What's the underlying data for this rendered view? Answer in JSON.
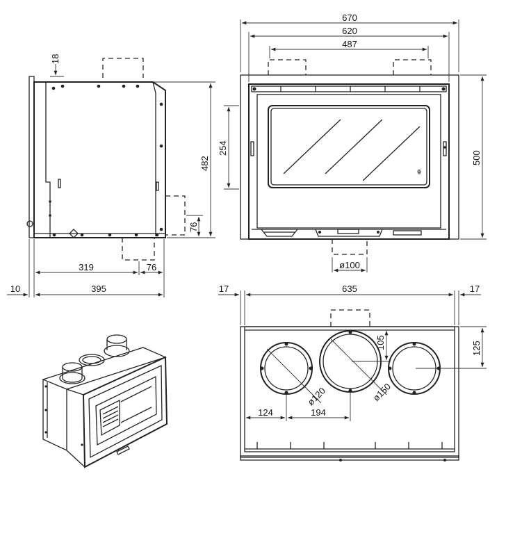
{
  "side_view": {
    "dims": {
      "top_offset": "18",
      "height": "482",
      "outlet_height": "76",
      "depth_inner": "319",
      "outlet_offset": "76",
      "frame": "10",
      "depth_total": "395"
    }
  },
  "front_view": {
    "dims": {
      "total_width": "670",
      "inner_width": "620",
      "outlet_spacing": "487",
      "glass_height": "254",
      "height": "500",
      "inlet_diameter": "ø100"
    }
  },
  "top_view": {
    "dims": {
      "left_offset": "17",
      "width": "635",
      "right_offset": "17",
      "center_y": "105",
      "side_y": "125",
      "left_x": "124",
      "center_x": "194",
      "side_diameter": "ø120",
      "center_diameter": "ø150"
    }
  },
  "colors": {
    "line": "#222222",
    "background": "#ffffff"
  }
}
